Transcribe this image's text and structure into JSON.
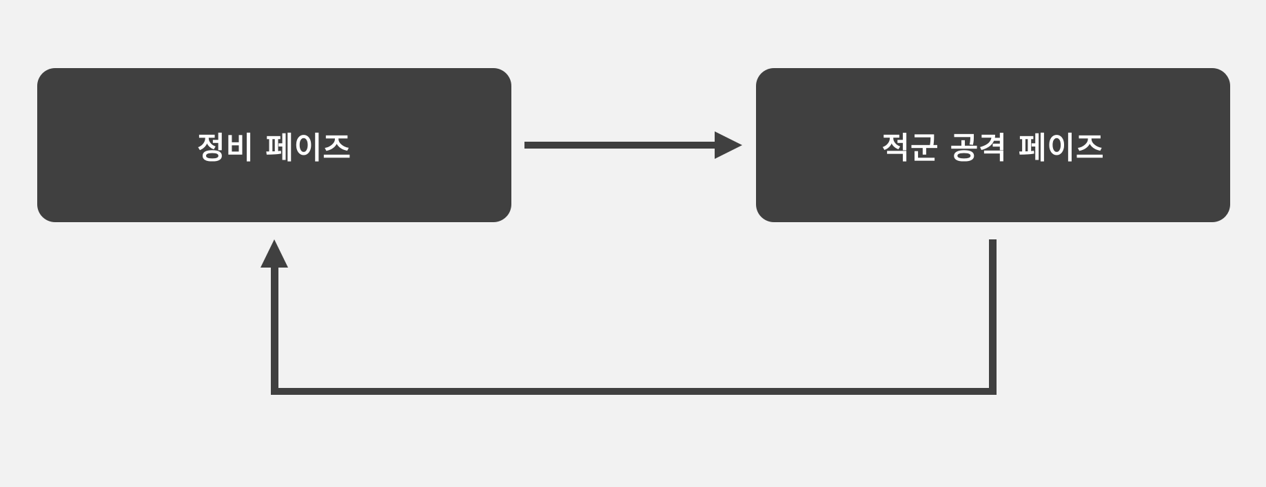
{
  "diagram": {
    "nodes": [
      {
        "id": "maintenance",
        "label": "정비 페이즈"
      },
      {
        "id": "attack",
        "label": "적군 공격 페이즈"
      }
    ],
    "edges": [
      {
        "from": "maintenance",
        "to": "attack"
      },
      {
        "from": "attack",
        "to": "maintenance"
      }
    ]
  },
  "colors": {
    "background": "#f2f2f2",
    "node_fill": "#404040",
    "node_text": "#ffffff",
    "connector": "#404040"
  }
}
